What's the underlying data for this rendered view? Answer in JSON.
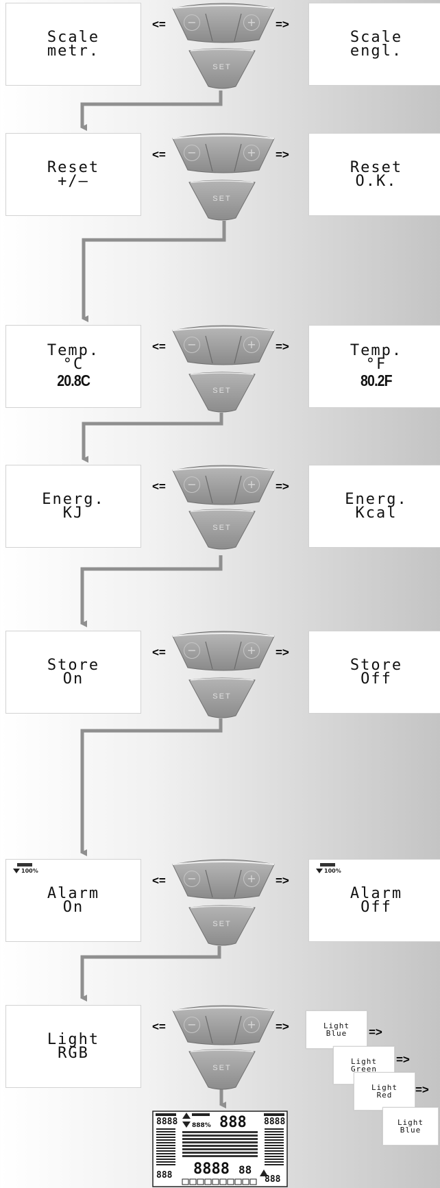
{
  "nav": {
    "prev_arrow": "<=",
    "next_arrow": "=>"
  },
  "buttons": {
    "minus": "−",
    "plus": "+",
    "set": "SET"
  },
  "rows": [
    {
      "left": {
        "line1": "Scale",
        "line2": "metr."
      },
      "right": {
        "line1": "Scale",
        "line2": "engl."
      }
    },
    {
      "left": {
        "line1": "Reset",
        "line2": "+/—"
      },
      "right": {
        "line1": "Reset",
        "line2": "O.K."
      }
    },
    {
      "left": {
        "line1": "Temp.",
        "line2": "°C",
        "line3": "20.8C"
      },
      "right": {
        "line1": "Temp.",
        "line2": "°F",
        "line3": "80.2F"
      }
    },
    {
      "left": {
        "line1": "Energ.",
        "line2": "KJ"
      },
      "right": {
        "line1": "Energ.",
        "line2": "Kcal"
      }
    },
    {
      "left": {
        "line1": "Store",
        "line2": "On"
      },
      "right": {
        "line1": "Store",
        "line2": "Off"
      }
    },
    {
      "left": {
        "line1": "Alarm",
        "line2": "On",
        "indicator": "100%"
      },
      "right": {
        "line1": "Alarm",
        "line2": "Off",
        "indicator": "100%"
      }
    },
    {
      "left": {
        "line1": "Light",
        "line2": "RGB"
      }
    }
  ],
  "light_options": [
    {
      "line1": "Light",
      "line2": "Blue"
    },
    {
      "line1": "Light",
      "line2": "Green"
    },
    {
      "line1": "Light",
      "line2": "Red"
    },
    {
      "line1": "Light",
      "line2": "Blue"
    }
  ],
  "lcd_display": {
    "top_left": "8888",
    "top_center": "888",
    "top_right": "8888",
    "percent": "888%",
    "center_digits": "8888",
    "center_right": "88",
    "bottom_left": "888",
    "bottom_right": "888"
  },
  "colors": {
    "connector": "#8f8f8f",
    "button_gray": "#9b9b9b",
    "background_light": "#ffffff",
    "background_dark": "#c4c4c4"
  }
}
